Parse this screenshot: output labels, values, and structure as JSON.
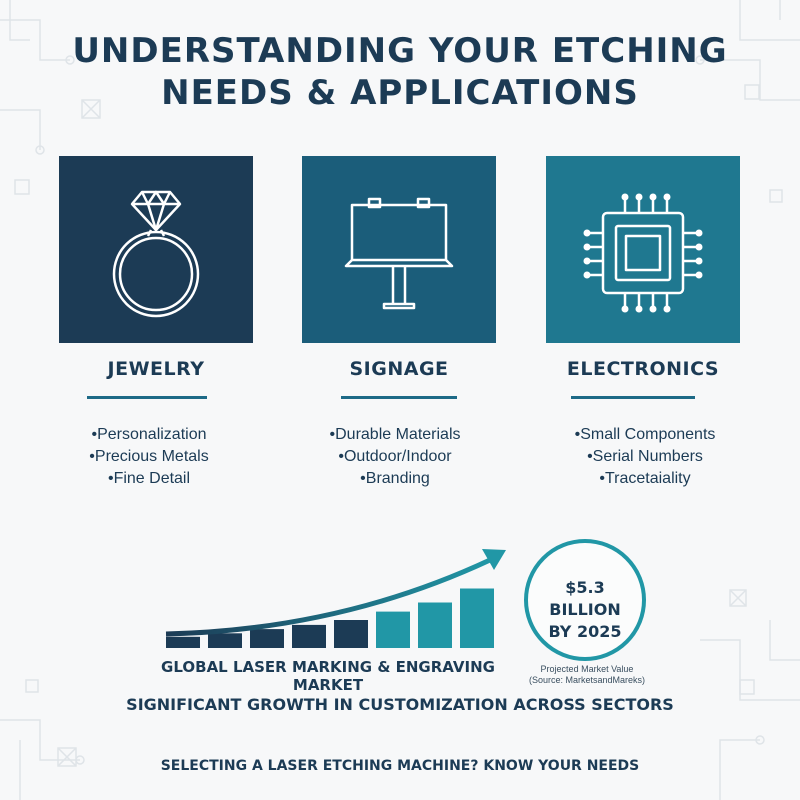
{
  "title": {
    "line1": "UNDERSTANDING YOUR ETCHING",
    "line2": "NEEDS & APPLICATIONS"
  },
  "colors": {
    "navy": "#1c3b55",
    "teal_dark": "#1b5d7a",
    "teal": "#1f7890",
    "accent": "#2197a6",
    "background": "#f7f8f9"
  },
  "cards": [
    {
      "icon": "diamond-ring-icon",
      "label": "JEWELRY",
      "bullets": [
        "Personalization",
        "Precious Metals",
        "Fine Detail"
      ]
    },
    {
      "icon": "billboard-icon",
      "label": "SIGNAGE",
      "bullets": [
        "Durable Materials",
        "Outdoor/Indoor",
        "Branding"
      ]
    },
    {
      "icon": "microchip-icon",
      "label": "ELECTRONICS",
      "bullets": [
        "Small Components",
        "Serial Numbers",
        "Tracetaiality"
      ]
    }
  ],
  "market": {
    "label": "GLOBAL LASER MARKING & ENGRAVING MARKET",
    "value_line1": "$5.3 BILLION",
    "value_line2": "BY 2025",
    "note_line1": "Projected Market Value",
    "note_line2": "(Source: MarketsandMareks)",
    "growth_bars": [
      0.16,
      0.21,
      0.27,
      0.33,
      0.4,
      0.52,
      0.65,
      0.85
    ]
  },
  "growth_text": "SIGNIFICANT GROWTH IN CUSTOMIZATION ACROSS SECTORS",
  "footer": "SELECTING A LASER ETCHING MACHINE? KNOW YOUR NEEDS"
}
